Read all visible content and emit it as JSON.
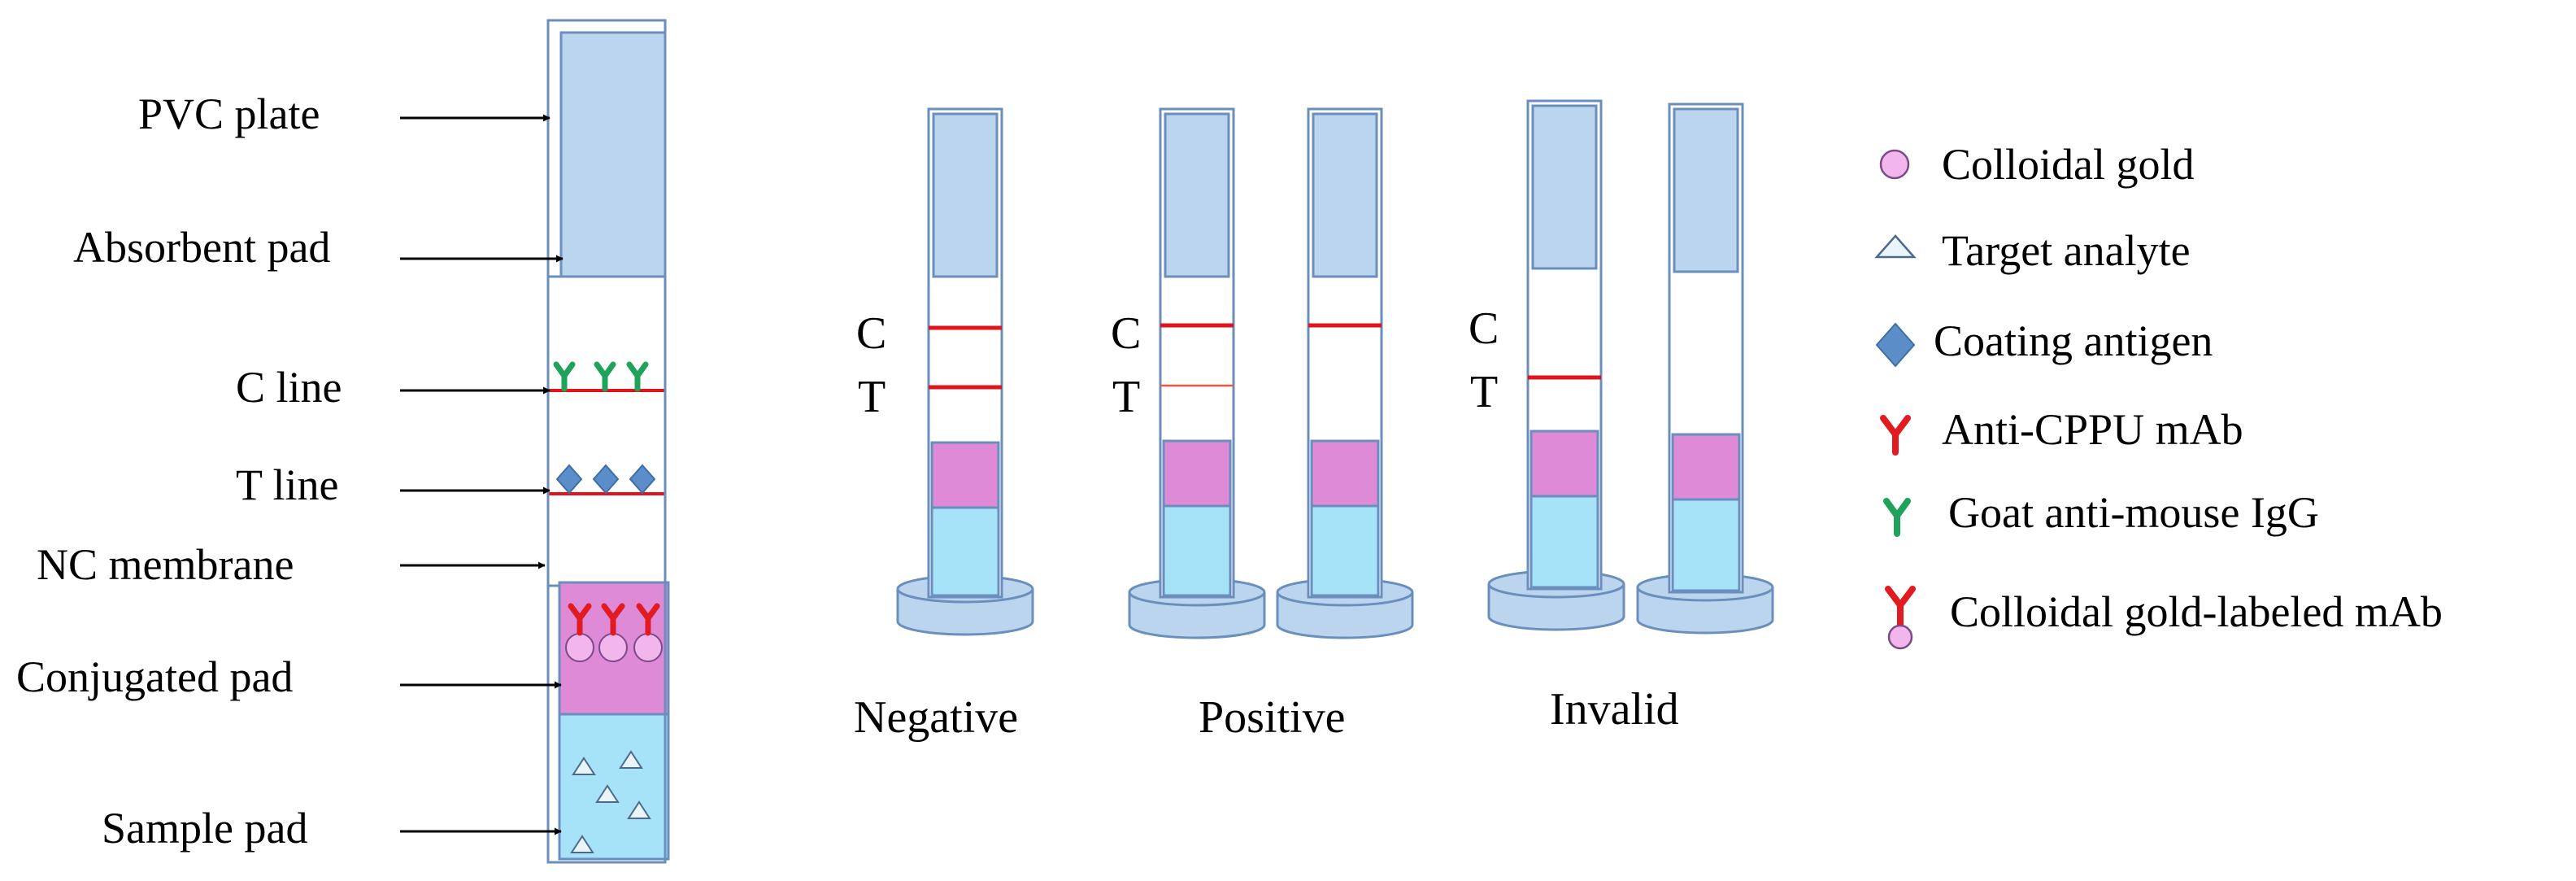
{
  "structure_labels": [
    "PVC plate",
    "Absorbent pad",
    "C line",
    "T line",
    "NC membrane",
    "Conjugated pad",
    "Sample pad"
  ],
  "line_labels": {
    "c": "C",
    "t": "T"
  },
  "results": {
    "negative": "Negative",
    "positive": "Positive",
    "invalid": "Invalid"
  },
  "legend": [
    {
      "icon": "colloidal-gold-icon",
      "label": "Colloidal gold"
    },
    {
      "icon": "target-analyte-icon",
      "label": "Target analyte"
    },
    {
      "icon": "coating-antigen-icon",
      "label": "Coating antigen"
    },
    {
      "icon": "anti-cppu-mab-icon",
      "label": "Anti-CPPU mAb"
    },
    {
      "icon": "goat-anti-mouse-igg-icon",
      "label": "Goat anti-mouse IgG"
    },
    {
      "icon": "colloidal-gold-labeled-mab-icon",
      "label": "Colloidal gold-labeled mAb"
    }
  ],
  "colors": {
    "absorbent_pad": "#bcd5ee",
    "pad_border": "#6a8fbd",
    "conjugated_pad": "#de8ad7",
    "sample_pad": "#a6e2f8",
    "line_red": "#e0141a",
    "antibody_red": "#e11b1f",
    "goat_green": "#1fa35a",
    "antigen_blue": "#5b8ec8",
    "gold_pink": "#f3b6ec"
  }
}
